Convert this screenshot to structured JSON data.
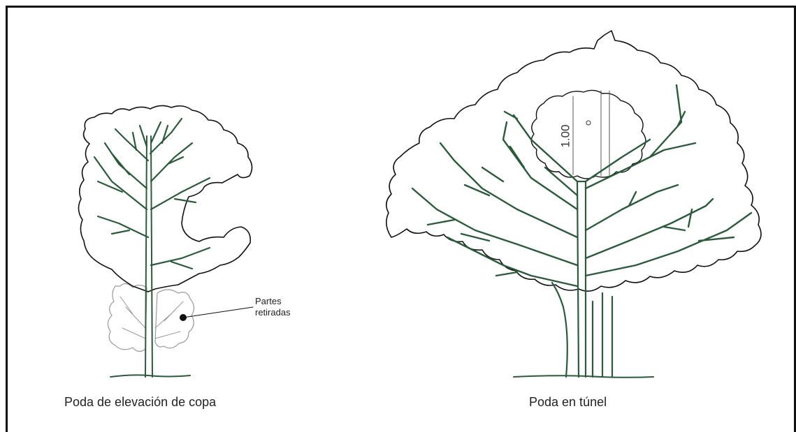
{
  "captions": {
    "left": "Poda de elevación de copa",
    "right": "Poda en túnel"
  },
  "annotation": {
    "line1": "Partes",
    "line2": "retiradas"
  },
  "dimension": {
    "label": "1.00"
  },
  "colors": {
    "branch": "#2d5a3c",
    "outline": "#111111",
    "removed": "#999999"
  }
}
